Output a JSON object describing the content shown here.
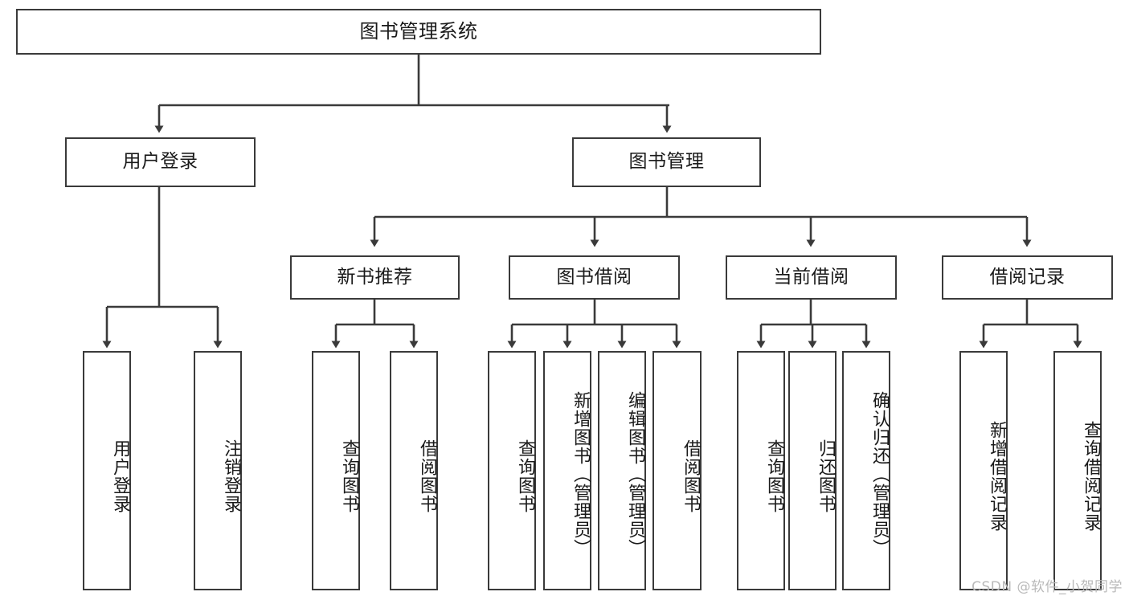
{
  "diagram": {
    "type": "tree-hierarchy-chart",
    "title": "图书管理系统",
    "root": {
      "label": "图书管理系统"
    },
    "level1": [
      {
        "id": "user-login",
        "label": "用户登录"
      },
      {
        "id": "book-management",
        "label": "图书管理"
      }
    ],
    "level2": [
      {
        "id": "new-book-recommend",
        "label": "新书推荐",
        "parent": "book-management"
      },
      {
        "id": "book-borrow",
        "label": "图书借阅",
        "parent": "book-management"
      },
      {
        "id": "current-borrow",
        "label": "当前借阅",
        "parent": "book-management"
      },
      {
        "id": "borrow-record",
        "label": "借阅记录",
        "parent": "book-management"
      }
    ],
    "leaves": {
      "user-login": [
        {
          "id": "leaf-user-login",
          "label": "用户登录"
        },
        {
          "id": "leaf-logout-login",
          "label": "注销登录"
        }
      ],
      "new-book-recommend": [
        {
          "id": "leaf-query-book-1",
          "label": "查询图书"
        },
        {
          "id": "leaf-borrow-book-1",
          "label": "借阅图书"
        }
      ],
      "book-borrow": [
        {
          "id": "leaf-query-book-2",
          "label": "查询图书"
        },
        {
          "id": "leaf-add-book",
          "label": "新增图书（管理员）"
        },
        {
          "id": "leaf-edit-book",
          "label": "编辑图书（管理员）"
        },
        {
          "id": "leaf-borrow-book-2",
          "label": "借阅图书"
        }
      ],
      "current-borrow": [
        {
          "id": "leaf-query-book-3",
          "label": "查询图书"
        },
        {
          "id": "leaf-return-book",
          "label": "归还图书"
        },
        {
          "id": "leaf-confirm-return",
          "label": "确认归还（管理员）"
        }
      ],
      "borrow-record": [
        {
          "id": "leaf-add-record",
          "label": "新增借阅记录"
        },
        {
          "id": "leaf-query-record",
          "label": "查询借阅记录"
        }
      ]
    },
    "colors": {
      "stroke": "#3a3a3a",
      "fill": "#ffffff",
      "text": "#1a1a1a",
      "watermark": "#b9b9b9"
    }
  },
  "watermark": {
    "text": "CSDN @软件_小贺同学"
  }
}
